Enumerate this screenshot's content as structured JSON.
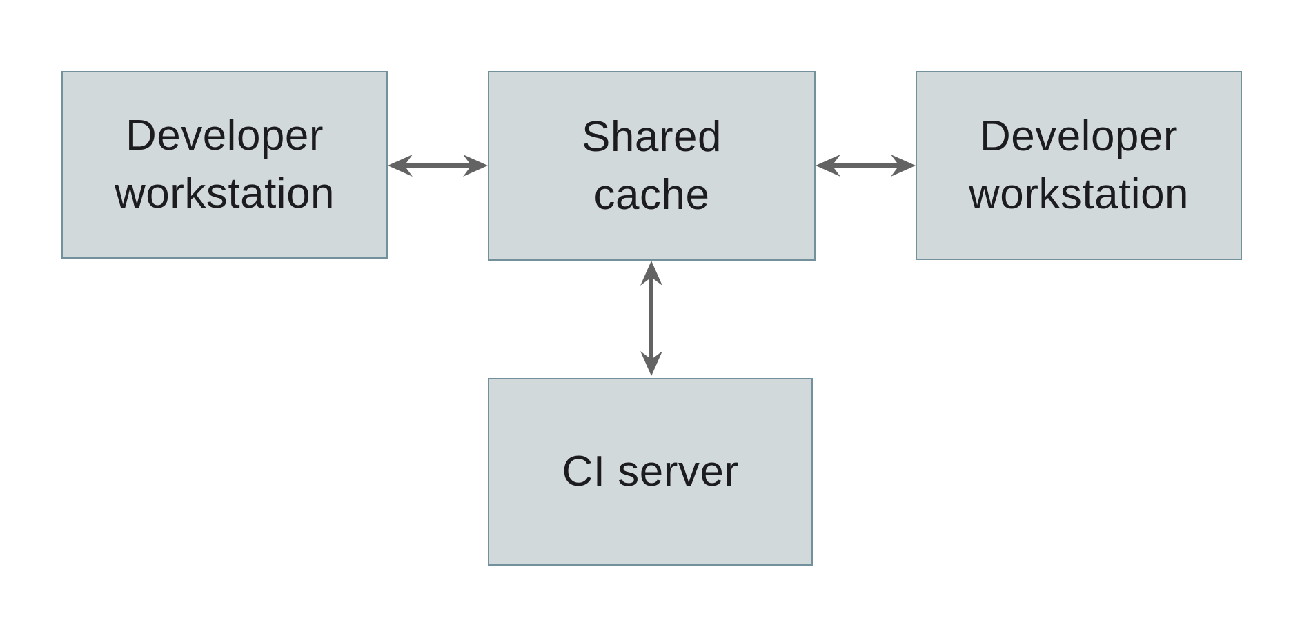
{
  "diagram": {
    "colors": {
      "background": "#ffffff",
      "node_fill": "#d1d9db",
      "node_border": "#73909d",
      "arrow": "#636363",
      "text": "#1c1c1e"
    },
    "nodes": {
      "dev_left": {
        "label": "Developer workstation",
        "lines": [
          "Developer",
          "workstation"
        ]
      },
      "shared_cache": {
        "label": "Shared cache",
        "lines": [
          "Shared",
          "cache"
        ]
      },
      "dev_right": {
        "label": "Developer workstation",
        "lines": [
          "Developer",
          "workstation"
        ]
      },
      "ci_server": {
        "label": "CI server",
        "lines": [
          "CI server"
        ]
      }
    },
    "edges": [
      {
        "from": "Developer workstation (left)",
        "to": "Shared cache",
        "direction": "bidirectional"
      },
      {
        "from": "Shared cache",
        "to": "Developer workstation (right)",
        "direction": "bidirectional"
      },
      {
        "from": "Shared cache",
        "to": "CI server",
        "direction": "bidirectional"
      }
    ]
  }
}
